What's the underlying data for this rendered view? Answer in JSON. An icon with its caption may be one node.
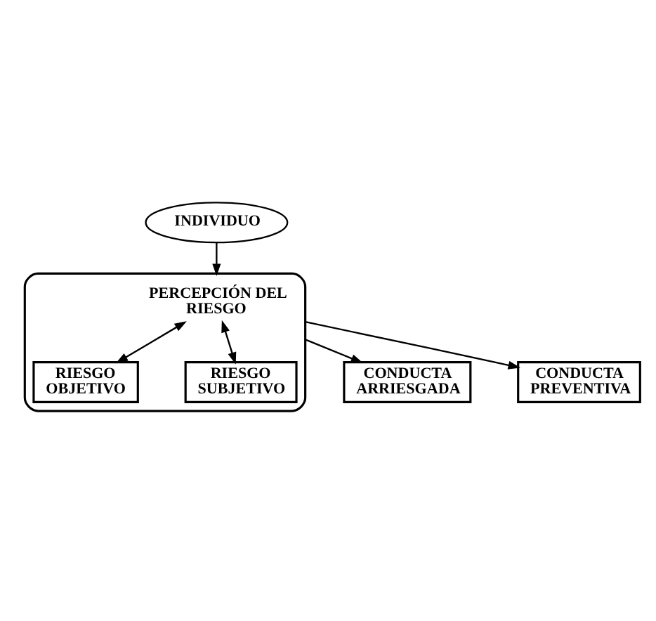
{
  "diagram": {
    "nodes": [
      {
        "text": [
          "INDIVIDUO"
        ]
      },
      {
        "text": [],
        "shape": "box"
      },
      {
        "text": [
          "PERCEPCIÓN DEL RIESGO"
        ],
        "in": 1
      },
      {
        "text": [
          "RIESGO OBJETIVO"
        ],
        "in": 1
      },
      {
        "text": [
          "RIESGO SUBJETIVO"
        ],
        "in": 1
      },
      {
        "text": [
          "CONDUCTA ARRIESGADA"
        ]
      },
      {
        "text": [
          "CONDUCTA PREVENTIVA"
        ]
      }
    ],
    "edges": [
      {
        "from": 0,
        "to": 1,
        "arrow": "to"
      },
      {
        "from": 2,
        "to": 3,
        "arrow": "both"
      },
      {
        "from": 2,
        "to": 4,
        "arrow": "both"
      },
      {
        "from": 1,
        "to": 5,
        "arrow": "to"
      },
      {
        "from": 1,
        "to": 6,
        "arrow": "to"
      }
    ]
  }
}
